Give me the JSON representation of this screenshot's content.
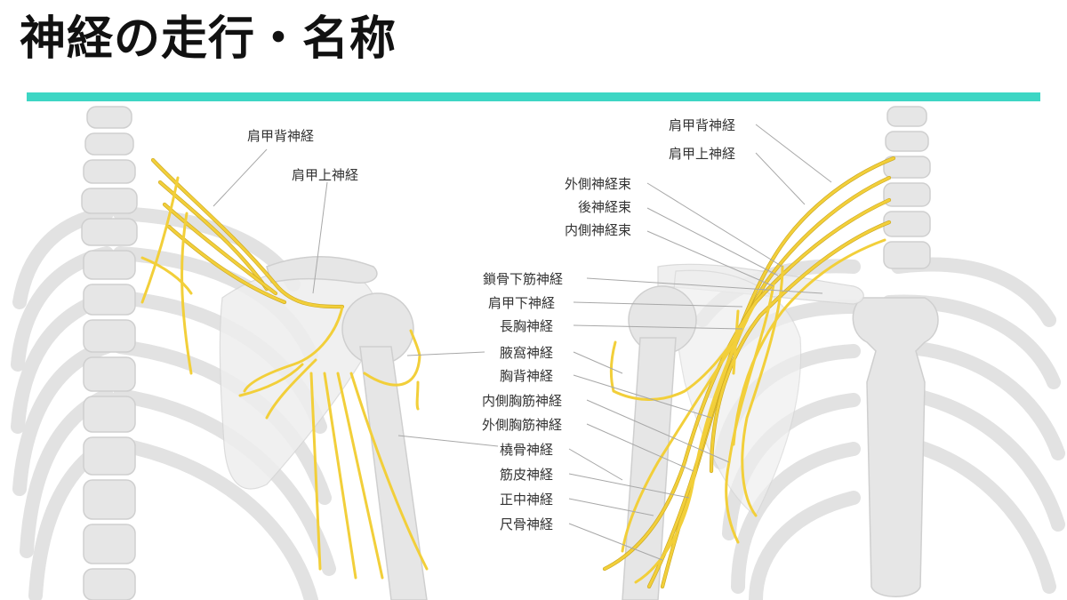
{
  "title": "神経の走行・名称",
  "colors": {
    "accent": "#3dd6c4",
    "nerve": "#f2cf3a",
    "bone": "#e3e3e3",
    "leader": "#9a9a9a"
  },
  "back_view": {
    "labels": {
      "dorsal_scapular": "肩甲背神経",
      "suprascapular": "肩甲上神経"
    }
  },
  "front_view": {
    "labels": {
      "dorsal_scapular": "肩甲背神経",
      "suprascapular": "肩甲上神経",
      "lateral_cord": "外側神経束",
      "posterior_cord": "後神経束",
      "medial_cord": "内側神経束",
      "subclavius": "鎖骨下筋神経",
      "subscapular": "肩甲下神経",
      "long_thoracic": "長胸神経",
      "axillary": "腋窩神経",
      "thoracodorsal": "胸背神経",
      "medial_pectoral": "内側胸筋神経",
      "lateral_pectoral": "外側胸筋神経",
      "radial": "橈骨神経",
      "musculocutaneous": "筋皮神経",
      "median": "正中神経",
      "ulnar": "尺骨神経"
    }
  }
}
